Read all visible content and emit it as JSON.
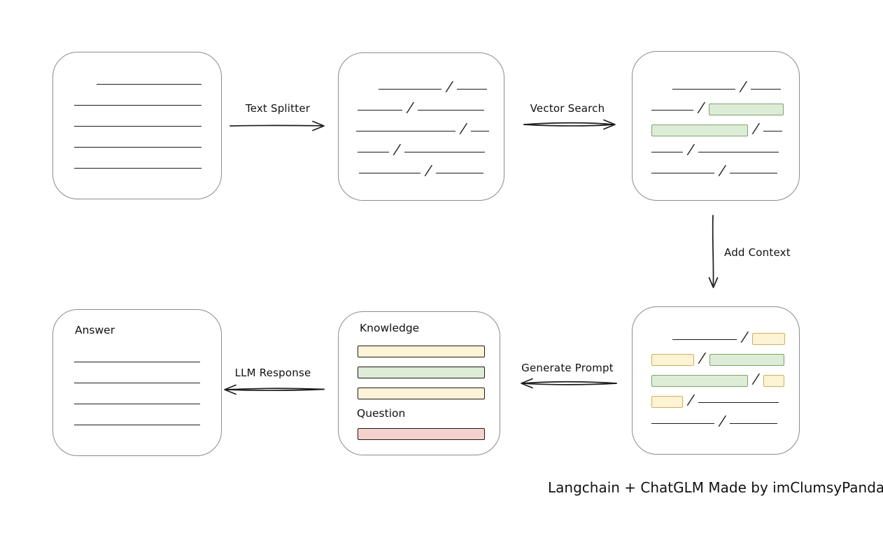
{
  "caption": "Langchain + ChatGLM Made by imClumsyPanda",
  "colors": {
    "ink": "#1b1b1b",
    "box_border": "#8b8b8b",
    "green_fill": "#ddecd6",
    "green_border": "#7aa668",
    "yellow_fill": "#fdf3d5",
    "yellow_border": "#d8ae4d",
    "red_fill": "#f5d1cc",
    "red_border": "#bf5b52"
  },
  "arrows": {
    "text_splitter": {
      "label": "Text Splitter"
    },
    "vector_search": {
      "label": "Vector Search"
    },
    "add_context": {
      "label": "Add Context"
    },
    "generate_prompt": {
      "label": "Generate Prompt"
    },
    "llm_response": {
      "label": "LLM Response"
    }
  },
  "boxes": {
    "document": {
      "rows": [
        {
          "indent": 62,
          "segments": [
            {
              "t": "line",
              "w": 150
            }
          ]
        },
        {
          "indent": 30,
          "segments": [
            {
              "t": "line",
              "w": 182
            }
          ]
        },
        {
          "indent": 30,
          "segments": [
            {
              "t": "line",
              "w": 182
            }
          ]
        },
        {
          "indent": 30,
          "segments": [
            {
              "t": "line",
              "w": 182
            }
          ]
        },
        {
          "indent": 30,
          "segments": [
            {
              "t": "line",
              "w": 182
            }
          ]
        }
      ]
    },
    "chunks": {
      "rows": [
        {
          "indent": 57,
          "segments": [
            {
              "t": "line",
              "w": 90
            },
            {
              "t": "slash"
            },
            {
              "t": "line",
              "w": 43
            }
          ]
        },
        {
          "indent": 27,
          "segments": [
            {
              "t": "line",
              "w": 64
            },
            {
              "t": "slash"
            },
            {
              "t": "line",
              "w": 95
            }
          ]
        },
        {
          "indent": 25,
          "segments": [
            {
              "t": "line",
              "w": 142
            },
            {
              "t": "slash"
            },
            {
              "t": "line",
              "w": 26
            }
          ]
        },
        {
          "indent": 27,
          "segments": [
            {
              "t": "line",
              "w": 45
            },
            {
              "t": "slash"
            },
            {
              "t": "line",
              "w": 115
            }
          ]
        },
        {
          "indent": 29,
          "segments": [
            {
              "t": "line",
              "w": 88
            },
            {
              "t": "slash"
            },
            {
              "t": "line",
              "w": 68
            }
          ]
        }
      ]
    },
    "matched_chunks": {
      "rows": [
        {
          "indent": 57,
          "segments": [
            {
              "t": "line",
              "w": 90
            },
            {
              "t": "slash"
            },
            {
              "t": "line",
              "w": 43
            }
          ]
        },
        {
          "indent": 27,
          "segments": [
            {
              "t": "line",
              "w": 60
            },
            {
              "t": "slash"
            },
            {
              "t": "chip",
              "c": "green",
              "w": 107
            }
          ]
        },
        {
          "indent": 27,
          "segments": [
            {
              "t": "chip",
              "c": "green",
              "w": 138
            },
            {
              "t": "slash"
            },
            {
              "t": "line",
              "w": 27
            }
          ]
        },
        {
          "indent": 27,
          "segments": [
            {
              "t": "line",
              "w": 45
            },
            {
              "t": "slash"
            },
            {
              "t": "line",
              "w": 115
            }
          ]
        },
        {
          "indent": 27,
          "segments": [
            {
              "t": "line",
              "w": 90
            },
            {
              "t": "slash"
            },
            {
              "t": "line",
              "w": 68
            }
          ]
        }
      ]
    },
    "context_chunks": {
      "rows": [
        {
          "indent": 57,
          "segments": [
            {
              "t": "line",
              "w": 92
            },
            {
              "t": "slash"
            },
            {
              "t": "chip",
              "c": "yellow",
              "w": 47
            }
          ]
        },
        {
          "indent": 27,
          "segments": [
            {
              "t": "chip",
              "c": "yellow",
              "w": 61
            },
            {
              "t": "slash"
            },
            {
              "t": "chip",
              "c": "green",
              "w": 107
            }
          ]
        },
        {
          "indent": 27,
          "segments": [
            {
              "t": "chip",
              "c": "green",
              "w": 138
            },
            {
              "t": "slash"
            },
            {
              "t": "chip",
              "c": "yellow",
              "w": 30
            }
          ]
        },
        {
          "indent": 27,
          "segments": [
            {
              "t": "chip",
              "c": "yellow",
              "w": 45
            },
            {
              "t": "slash"
            },
            {
              "t": "line",
              "w": 115
            }
          ]
        },
        {
          "indent": 27,
          "segments": [
            {
              "t": "line",
              "w": 90
            },
            {
              "t": "slash"
            },
            {
              "t": "line",
              "w": 68
            }
          ]
        }
      ]
    },
    "prompt": {
      "knowledge_label": "Knowledge",
      "question_label": "Question",
      "knowledge_bars": [
        {
          "c": "yellow"
        },
        {
          "c": "green"
        },
        {
          "c": "yellow"
        }
      ],
      "question_bars": [
        {
          "c": "red"
        }
      ]
    },
    "answer": {
      "label": "Answer",
      "rows": [
        {
          "indent": 30,
          "segments": [
            {
              "t": "line",
              "w": 180
            }
          ]
        },
        {
          "indent": 30,
          "segments": [
            {
              "t": "line",
              "w": 180
            }
          ]
        },
        {
          "indent": 30,
          "segments": [
            {
              "t": "line",
              "w": 180
            }
          ]
        },
        {
          "indent": 30,
          "segments": [
            {
              "t": "line",
              "w": 180
            }
          ]
        }
      ]
    }
  }
}
